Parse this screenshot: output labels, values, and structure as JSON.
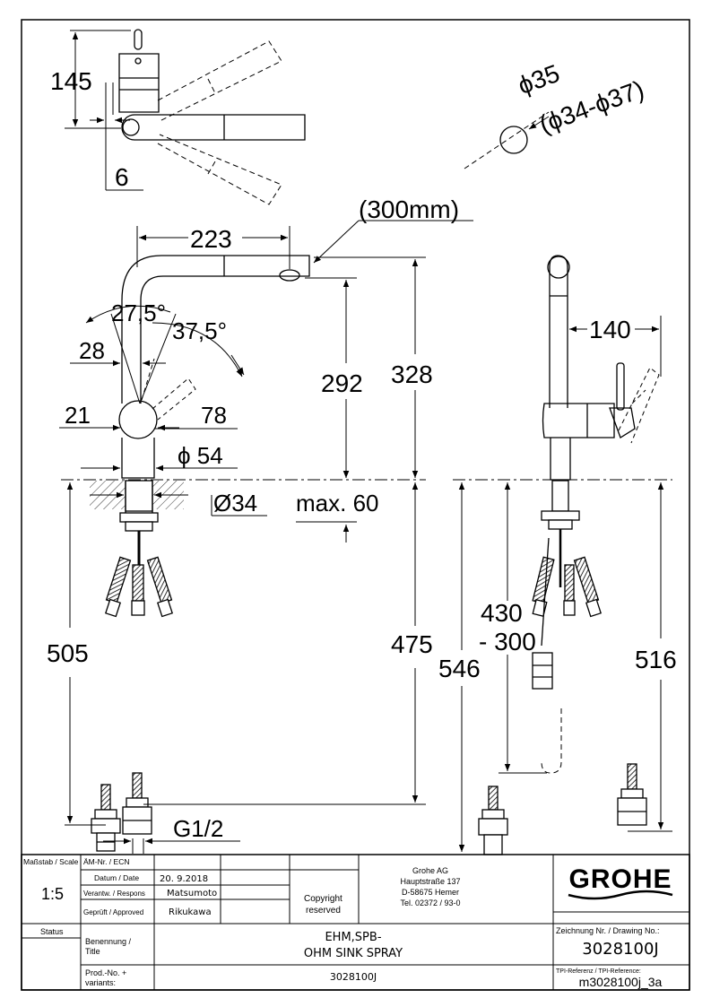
{
  "dimensions": {
    "d145": "145",
    "d6": "6",
    "phi35": "ϕ35",
    "phi34_37": "(ϕ34-ϕ37)",
    "d300mm": "(300mm)",
    "d223": "223",
    "a27_5": "27,5°",
    "a37_5": "37,5°",
    "d28": "28",
    "d292": "292",
    "d328": "328",
    "d21": "21",
    "d78": "78",
    "phi54": "ϕ 54",
    "d34": "Ø34",
    "max60": "max. 60",
    "d505": "505",
    "d475": "475",
    "g12": "G1/2",
    "d140": "140",
    "d430": "430",
    "d300": "- 300",
    "d546": "546",
    "d516": "516"
  },
  "title_block": {
    "scale_label": "Maßstab / Scale",
    "scale_value": "1:5",
    "ecn_label": "ÄM-Nr. / ECN",
    "date_label": "Datum / Date",
    "date_value": "20. 9.2018",
    "responsible_label": "Verantw. / Respons",
    "responsible_value": "Matsumoto",
    "approved_label": "Geprüft / Approved",
    "approved_value": "Rikukawa",
    "copyright": "Copyright",
    "reserved": "reserved",
    "company_name": "Grohe AG",
    "company_street": "Hauptstraße 137",
    "company_city": "D-58675 Hemer",
    "company_tel": "Tel. 02372 / 93-0",
    "logo": "GROHE",
    "status_label": "Status",
    "title_label_1": "Benennung /",
    "title_label_2": "Title",
    "title_line1": "EHM,SPB-",
    "title_line2": "OHM SINK SPRAY",
    "drawing_no_label": "Zeichnung Nr. / Drawing No.:",
    "drawing_no": "3028100J",
    "prod_label_1": "Prod.-No. +",
    "prod_label_2": "variants:",
    "prod_no": "3028100J",
    "tpi_label": "TPI-Referenz / TPI-Reference:",
    "tpi_ref": "m3028100j_3a"
  }
}
